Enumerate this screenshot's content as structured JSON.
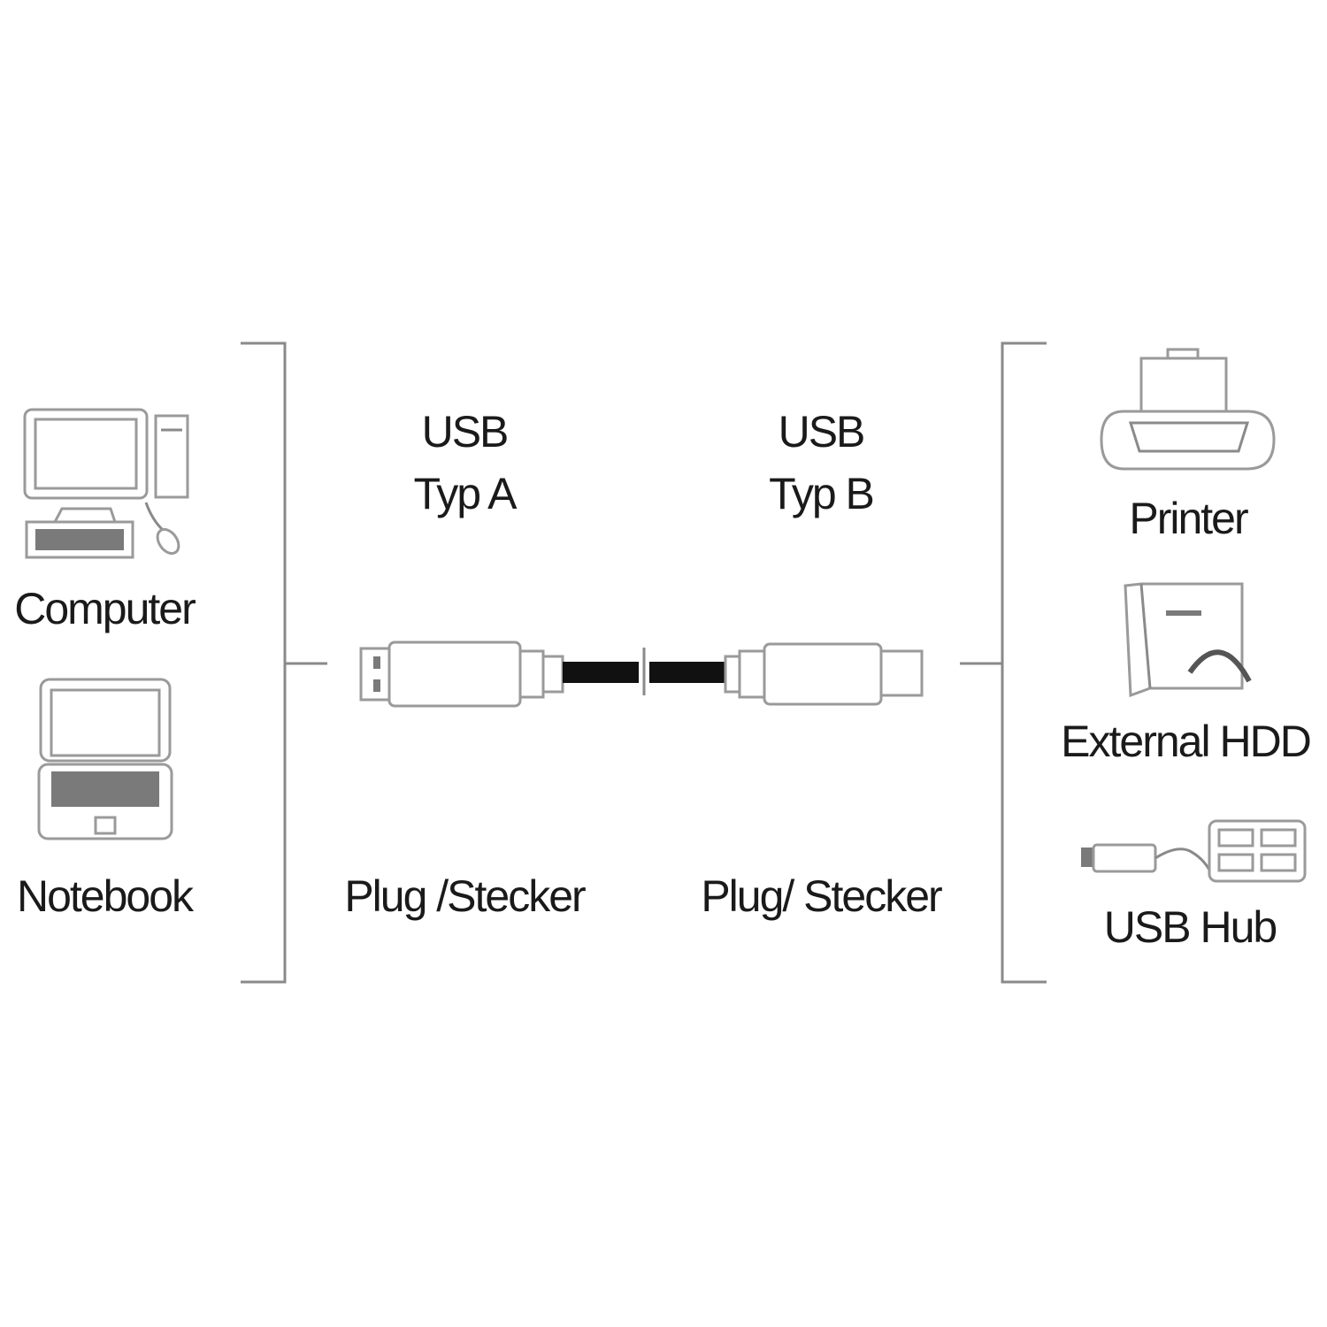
{
  "left_devices": {
    "computer": "Computer",
    "notebook": "Notebook"
  },
  "connector_a": {
    "title": "USB",
    "type": "Typ A",
    "gender": "Plug /Stecker"
  },
  "connector_b": {
    "title": "USB",
    "type": "Typ B",
    "gender": "Plug/ Stecker"
  },
  "right_devices": {
    "printer": "Printer",
    "hdd": "External HDD",
    "hub": "USB Hub"
  },
  "icons": [
    "computer-icon",
    "notebook-icon",
    "usb-a-plug-icon",
    "cable-icon",
    "usb-b-plug-icon",
    "printer-icon",
    "external-hdd-icon",
    "usb-hub-icon"
  ]
}
